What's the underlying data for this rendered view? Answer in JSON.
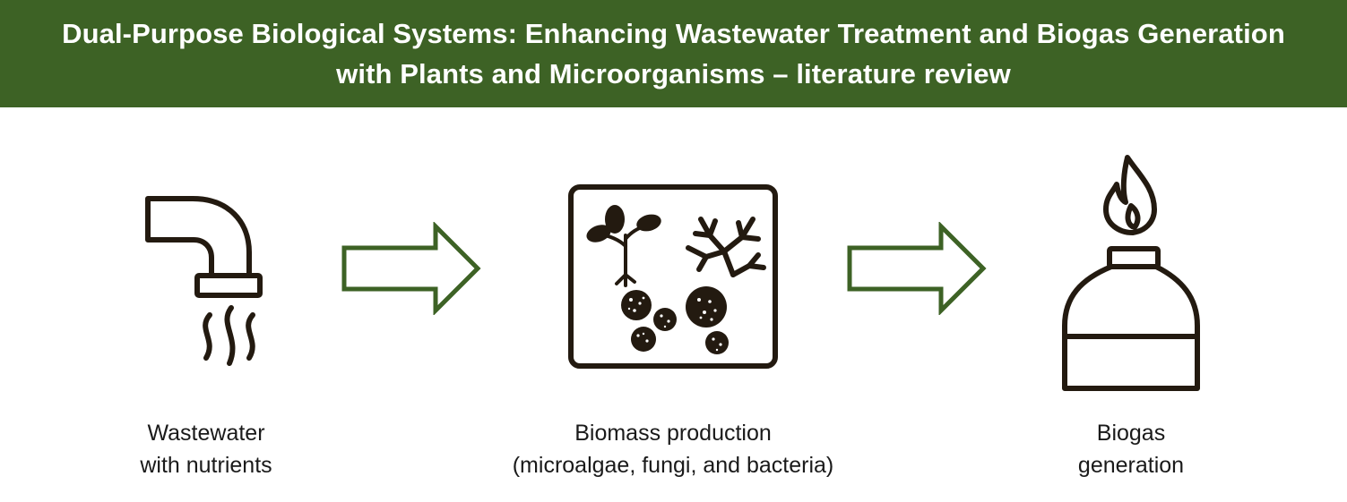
{
  "header": {
    "title_line1": "Dual-Purpose Biological Systems: Enhancing Wastewater Treatment and Biogas Generation",
    "title_line2": "with Plants and Microorganisms – literature review",
    "background_color": "#3d6225"
  },
  "steps": [
    {
      "icon": "faucet-icon",
      "caption_line1": "Wastewater",
      "caption_line2": "with nutrients"
    },
    {
      "icon": "biomass-icon",
      "caption_line1": "Biomass production",
      "caption_line2": "(microalgae, fungi, and bacteria)"
    },
    {
      "icon": "gas-burner-icon",
      "caption_line1": "Biogas",
      "caption_line2": "generation"
    }
  ],
  "arrows": {
    "color": "#3d6225",
    "style": "outline"
  },
  "icon_color": "#231a10"
}
